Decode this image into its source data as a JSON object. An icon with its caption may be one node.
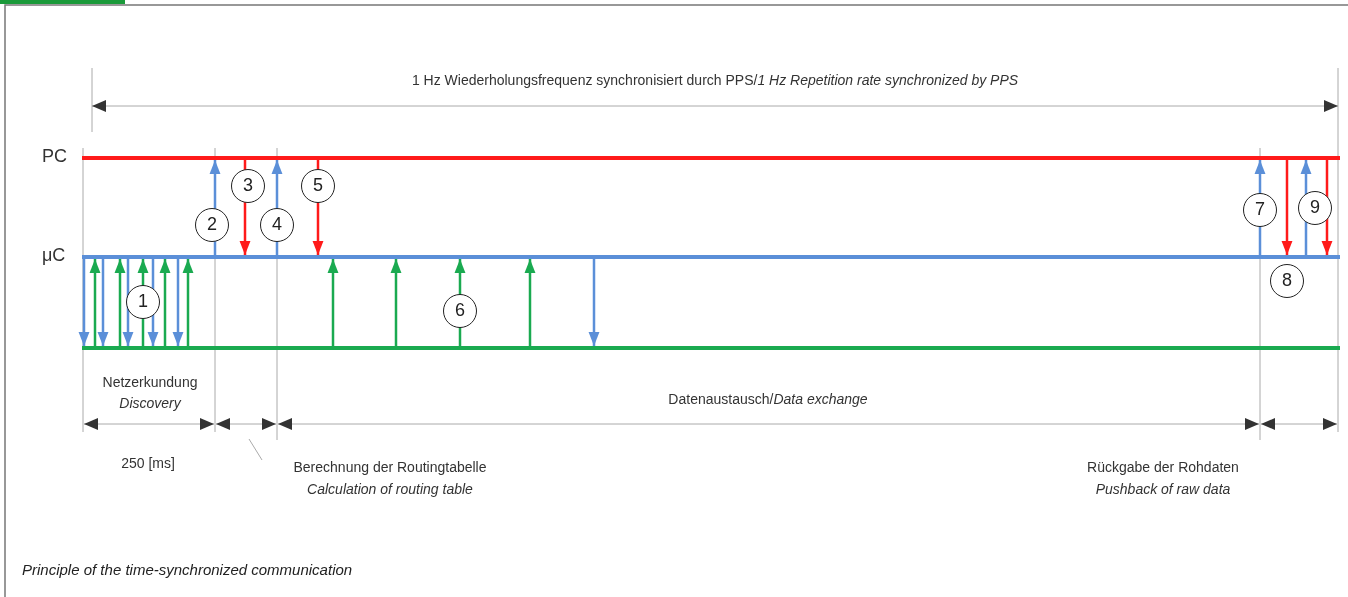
{
  "diagram": {
    "caption": "Principle of the time-synchronized communication",
    "nodes": [
      {
        "text": [],
        "shape": "bar",
        "beside": [
          "PC"
        ]
      },
      {
        "text": [],
        "shape": "bar",
        "beside": [
          "μC"
        ]
      },
      {
        "text": [],
        "shape": "bar"
      }
    ],
    "edges": [
      {
        "from": 1,
        "to": 2,
        "arrow": "to"
      },
      {
        "from": 2,
        "to": 1,
        "arrow": "to",
        "color": "#1aaa50"
      },
      {
        "from": 1,
        "to": 2,
        "arrow": "to"
      },
      {
        "from": 2,
        "to": 1,
        "arrow": "to",
        "color": "#1aaa50"
      },
      {
        "from": 1,
        "to": 2,
        "arrow": "to"
      },
      {
        "from": 2,
        "to": 1,
        "arrow": "to",
        "color": "#1aaa50"
      },
      {
        "from": 1,
        "to": 2,
        "arrow": "to"
      },
      {
        "from": 2,
        "to": 1,
        "arrow": "to",
        "color": "#1aaa50"
      },
      {
        "from": 1,
        "to": 2,
        "arrow": "to"
      },
      {
        "from": 2,
        "to": 1,
        "arrow": "to",
        "color": "#1aaa50"
      },
      {
        "from": 1,
        "to": 0,
        "arrow": "to"
      },
      {
        "from": 0,
        "to": 1,
        "arrow": "to",
        "color": "#ff1a1a"
      },
      {
        "from": 1,
        "to": 0,
        "arrow": "to"
      },
      {
        "from": 0,
        "to": 1,
        "arrow": "to",
        "color": "#ff1a1a"
      },
      {
        "from": 2,
        "to": 1,
        "arrow": "to",
        "color": "#1aaa50"
      },
      {
        "from": 2,
        "to": 1,
        "arrow": "to",
        "color": "#1aaa50"
      },
      {
        "from": 2,
        "to": 1,
        "arrow": "to",
        "color": "#1aaa50"
      },
      {
        "from": 2,
        "to": 1,
        "arrow": "to",
        "color": "#1aaa50"
      },
      {
        "from": 1,
        "to": 2,
        "arrow": "to"
      },
      {
        "from": 1,
        "to": 0,
        "arrow": "to"
      },
      {
        "from": 0,
        "to": 1,
        "arrow": "to",
        "color": "#ff1a1a"
      },
      {
        "from": 1,
        "to": 0,
        "arrow": "to"
      },
      {
        "from": 0,
        "to": 1,
        "arrow": "to",
        "color": "#ff1a1a"
      }
    ],
    "labels": [
      "1 Hz Wiederholungsfrequenz synchronisiert durch PPS/*1 Hz Repetition rate  synchronized by PPS*",
      "3",
      "5",
      "2",
      "4",
      "7",
      "9",
      "8",
      "1",
      "6",
      "Netzerkundung",
      "Discovery",
      "Datenaustausch/*Data exchange*",
      "250 [ms]",
      "Berechnung der Routingtabelle",
      "Calculation of routing table",
      "Rückgabe der Rohdaten",
      "Pushback of raw data"
    ]
  }
}
